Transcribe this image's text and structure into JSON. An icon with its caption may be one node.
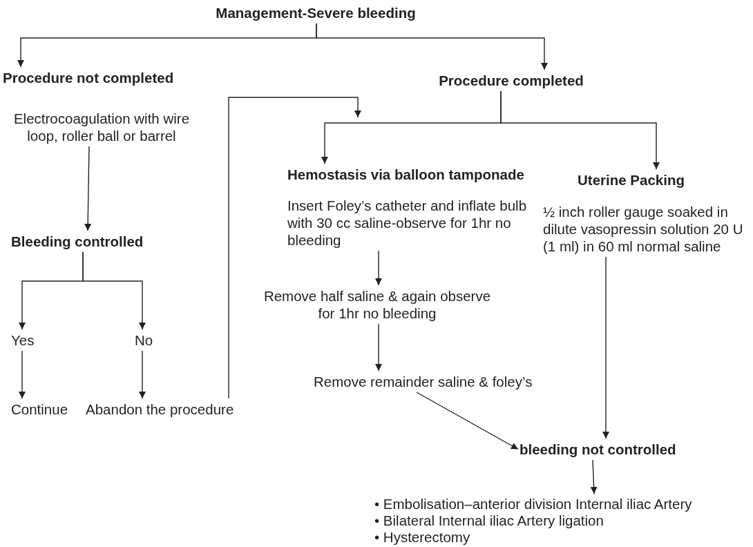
{
  "diagram": {
    "nodes": [
      {
        "text": [
          "Management-Severe bleeding"
        ]
      },
      {
        "text": [
          "Procedure not completed",
          "Electrocoagulation with wire loop, roller ball or barrel"
        ]
      },
      {
        "text": [
          "Procedure completed"
        ]
      },
      {
        "text": [
          "Bleeding controlled"
        ]
      },
      {
        "text": [
          "Yes"
        ]
      },
      {
        "text": [
          "No"
        ]
      },
      {
        "text": [
          "Continue"
        ]
      },
      {
        "text": [
          "Abandon the procedure"
        ]
      },
      {
        "text": [
          "Hemostasis via balloon tamponade",
          "Insert Foley’s catheter and inflate bulb with 30 cc saline-observe for 1hr no bleeding"
        ]
      },
      {
        "text": [
          "Uterine Packing",
          "½ inch roller gauge soaked in dilute vasopressin solution 20 U (1 ml) in 60 ml normal saline"
        ]
      },
      {
        "text": [
          "Remove half saline & again observe for 1hr no bleeding"
        ]
      },
      {
        "text": [
          "Remove remainder saline & foley’s"
        ]
      },
      {
        "text": [
          "bleeding not controlled"
        ]
      },
      {
        "text": [
          "• Embolisation–anterior division Internal iliac Artery",
          "• Bilateral Internal iliac Artery ligation",
          "• Hysterectomy"
        ]
      }
    ],
    "edges": [
      {
        "from": 0,
        "to": 1,
        "arrow": "to"
      },
      {
        "from": 0,
        "to": 2,
        "arrow": "to"
      },
      {
        "from": 1,
        "to": 3,
        "arrow": "to"
      },
      {
        "from": 3,
        "to": 4,
        "arrow": "to"
      },
      {
        "from": 3,
        "to": 5,
        "arrow": "to"
      },
      {
        "from": 4,
        "to": 6,
        "arrow": "to"
      },
      {
        "from": 5,
        "to": 7,
        "arrow": "to"
      },
      {
        "from": 7,
        "to": null,
        "arrow": "to"
      },
      {
        "from": 2,
        "to": 8,
        "arrow": "to"
      },
      {
        "from": 2,
        "to": 9,
        "arrow": "to"
      },
      {
        "from": 8,
        "to": 10,
        "arrow": "to"
      },
      {
        "from": 10,
        "to": 11,
        "arrow": "to"
      },
      {
        "from": 11,
        "to": 12,
        "arrow": "to"
      },
      {
        "from": 9,
        "to": 12,
        "arrow": "to"
      },
      {
        "from": 12,
        "to": 13,
        "arrow": "to"
      }
    ]
  }
}
